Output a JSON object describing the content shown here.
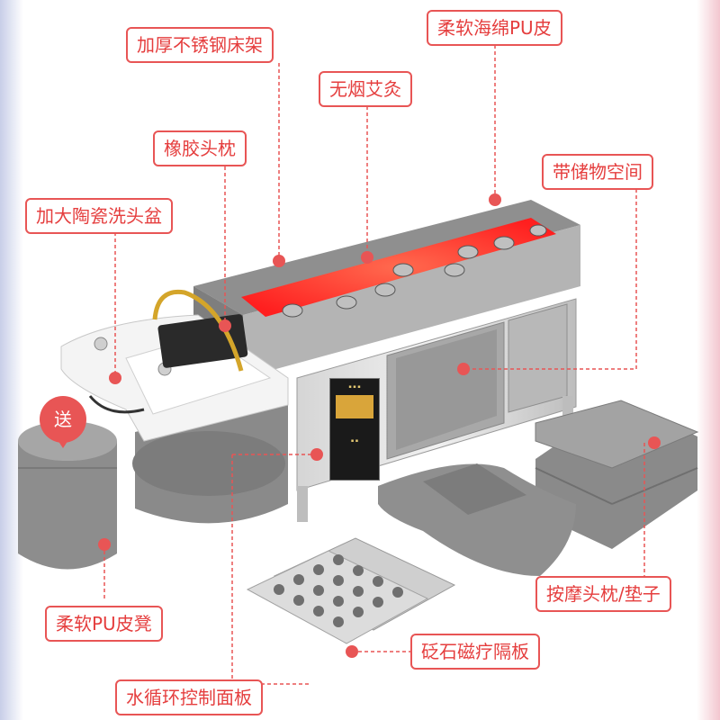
{
  "gift_badge": "送",
  "labels": {
    "steel_frame": "加厚不锈钢床架",
    "pu_leather": "柔软海绵PU皮",
    "smokeless_moxibustion": "无烟艾灸",
    "rubber_headrest": "橡胶头枕",
    "storage_space": "带储物空间",
    "ceramic_basin": "加大陶瓷洗头盆",
    "pu_stool": "柔软PU皮凳",
    "massage_pillow": "按摩头枕/垫子",
    "bianstone_board": "砭石磁疗隔板",
    "water_panel": "水循环控制面板"
  },
  "colors": {
    "accent": "#e53e3e",
    "dot": "#e85555",
    "leather_gray": "#8d8d8d",
    "steel": "#c7c7c7",
    "heat_glow": "#ff4b3a",
    "basin_white": "#f4f4f4",
    "control_panel": "#1a1a1a"
  },
  "icons": [
    "dot-marker-icon",
    "location-pin-icon"
  ]
}
